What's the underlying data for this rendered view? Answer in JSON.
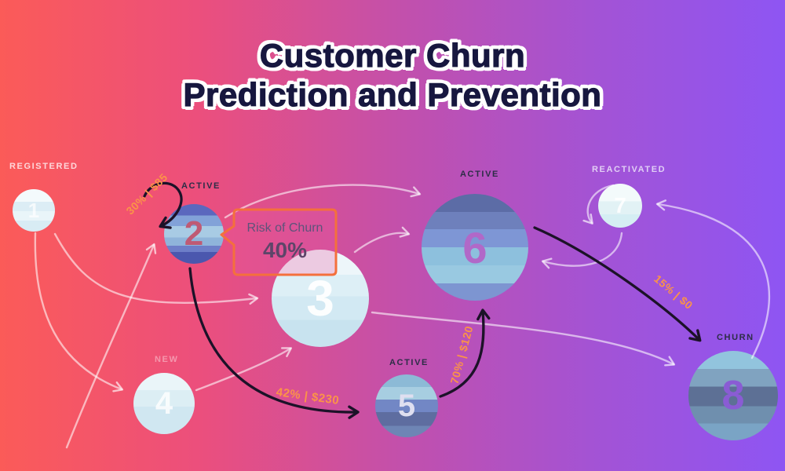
{
  "title": {
    "line1": "Customer Churn",
    "line2": "Prediction and Prevention"
  },
  "nodes": [
    {
      "number": "1",
      "label": "REGISTERED"
    },
    {
      "number": "2",
      "label": "ACTIVE"
    },
    {
      "number": "3",
      "label": ""
    },
    {
      "number": "4",
      "label": "NEW"
    },
    {
      "number": "5",
      "label": "ACTIVE"
    },
    {
      "number": "6",
      "label": "ACTIVE"
    },
    {
      "number": "7",
      "label": "REACTIVATED"
    },
    {
      "number": "8",
      "label": "CHURN"
    }
  ],
  "callout": {
    "title": "Risk of Churn",
    "value": "40%"
  },
  "arrows": [
    {
      "from": "1",
      "to": "2",
      "label": "30% | $85",
      "style": "dark"
    },
    {
      "from": "2",
      "to": "5",
      "label": "42% | $230",
      "style": "dark"
    },
    {
      "from": "5",
      "to": "6",
      "label": "70% | $120",
      "style": "dark"
    },
    {
      "from": "6",
      "to": "8",
      "label": "15% | $0",
      "style": "dark"
    },
    {
      "from": "1",
      "to": "4",
      "label": "",
      "style": "light"
    },
    {
      "from": "1",
      "to": "2",
      "label": "",
      "style": "light"
    },
    {
      "from": "1",
      "to": "3",
      "label": "",
      "style": "light"
    },
    {
      "from": "4",
      "to": "3",
      "label": "",
      "style": "light"
    },
    {
      "from": "2",
      "to": "6",
      "label": "",
      "style": "light"
    },
    {
      "from": "3",
      "to": "6",
      "label": "",
      "style": "light"
    },
    {
      "from": "3",
      "to": "8",
      "label": "",
      "style": "light"
    },
    {
      "from": "8",
      "to": "7",
      "label": "",
      "style": "light"
    },
    {
      "from": "7",
      "to": "7",
      "label": "",
      "style": "light"
    },
    {
      "from": "7",
      "to": "6",
      "label": "",
      "style": "light"
    }
  ],
  "colors": {
    "background_left": "#fb5b58",
    "background_right": "#8e55f3",
    "title_text": "#17173f",
    "flow_label_orange": "#fb9348",
    "callout_border": "#f4703c",
    "dark_arrow": "#1c1228"
  }
}
